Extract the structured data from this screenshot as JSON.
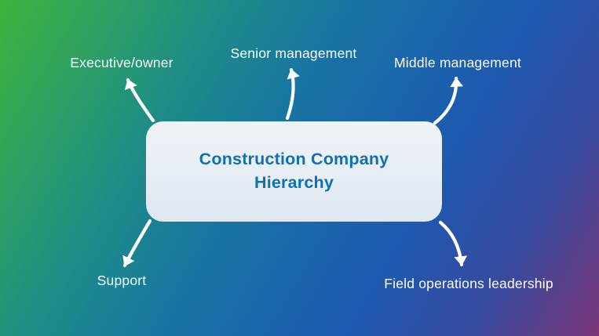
{
  "diagram": {
    "title": "Construction Company Hierarchy",
    "branches": [
      {
        "label": "Executive/owner",
        "position": "top-left"
      },
      {
        "label": "Senior management",
        "position": "top-center"
      },
      {
        "label": "Middle management",
        "position": "top-right"
      },
      {
        "label": "Support",
        "position": "bottom-left"
      },
      {
        "label": "Field operations leadership",
        "position": "bottom-right"
      }
    ]
  },
  "colors": {
    "title_text": "#0d71b7",
    "node_background": "#e8eef4",
    "label_text": "#ffffff",
    "arrow": "#ffffff",
    "background_gradient": [
      "#3fb43c",
      "#1f8e84",
      "#1873a4",
      "#1d59b0",
      "#7b3577"
    ]
  }
}
